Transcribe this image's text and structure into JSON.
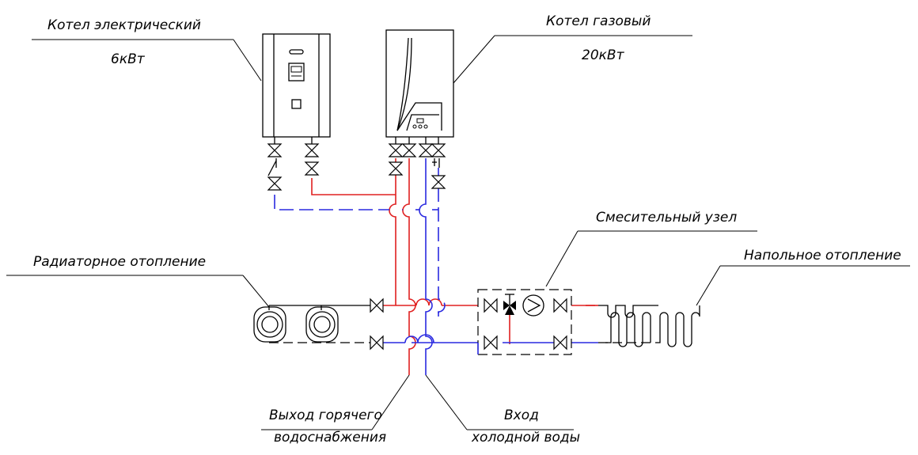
{
  "labels": {
    "electric_boiler_name": "Котел электрический",
    "electric_boiler_power": "6кВт",
    "gas_boiler_name": "Котел газовый",
    "gas_boiler_power": "20кВт",
    "mixing_unit": "Смесительный узел",
    "radiator_heating": "Радиаторное отопление",
    "floor_heating": "Напольное отопление",
    "hot_water_out_line1": "Выход горячего",
    "hot_water_out_line2": "водоснабжения",
    "cold_water_in_line1": "Вход",
    "cold_water_in_line2": "холодной воды"
  },
  "colors": {
    "hot": "#e02020",
    "cold": "#2a2ae0",
    "line": "#000000"
  }
}
